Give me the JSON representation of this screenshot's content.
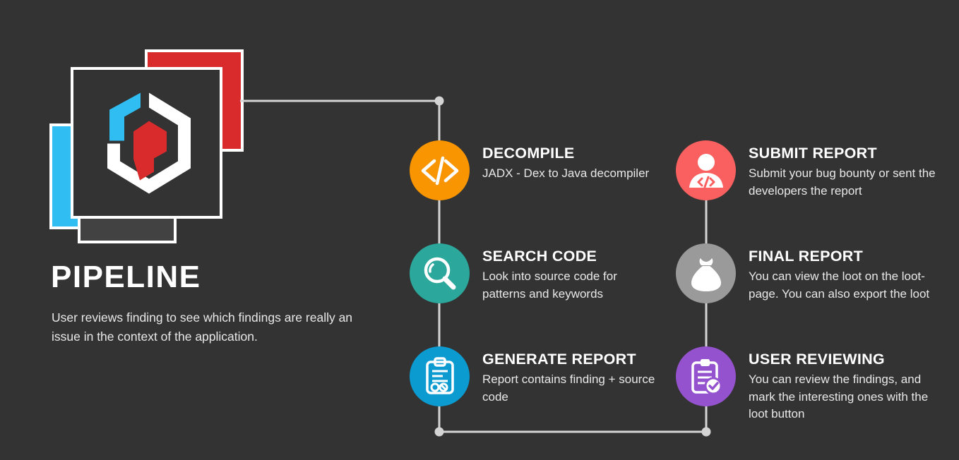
{
  "theme": {
    "background": "#333333",
    "connector": "#d4d4d4",
    "text_primary": "#ffffff",
    "text_secondary": "#e8e8e8"
  },
  "brand": {
    "title": "PIPELINE",
    "description": "User reviews finding to see which findings are really an issue in the context of the application.",
    "logo": {
      "name": "hexagon-key-logo",
      "card_red": "#d92b2b",
      "card_blue": "#30bdf2",
      "card_gray": "#424242",
      "card_main": "#333333",
      "hex_outline": "#ffffff",
      "hex_accent_blue": "#30bdf2",
      "hex_accent_red": "#d92b2b"
    }
  },
  "steps": [
    {
      "id": "decompile",
      "title": "DECOMPILE",
      "description": "JADX - Dex to Java decompiler",
      "color": "#f99500",
      "icon": "code-brackets-icon"
    },
    {
      "id": "search-code",
      "title": "SEARCH CODE",
      "description": "Look into source code for patterns and keywords",
      "color": "#2ba79c",
      "icon": "magnifier-icon"
    },
    {
      "id": "generate-report",
      "title": "GENERATE REPORT",
      "description": "Report contains finding + source code",
      "color": "#0c9bd0",
      "icon": "clipboard-chart-icon"
    },
    {
      "id": "submit-report",
      "title": "SUBMIT REPORT",
      "description": "Submit your bug bounty or sent the developers the report",
      "color": "#f9605f",
      "icon": "developer-person-icon"
    },
    {
      "id": "final-report",
      "title": "FINAL REPORT",
      "description": "You can view the loot on the loot-page. You can also export the loot",
      "color": "#9a9a9a",
      "icon": "money-bag-icon"
    },
    {
      "id": "user-reviewing",
      "title": "USER REVIEWING",
      "description": "You can review the findings, and mark the interesting ones with the loot button",
      "color": "#9552ce",
      "icon": "clipboard-check-icon"
    }
  ]
}
